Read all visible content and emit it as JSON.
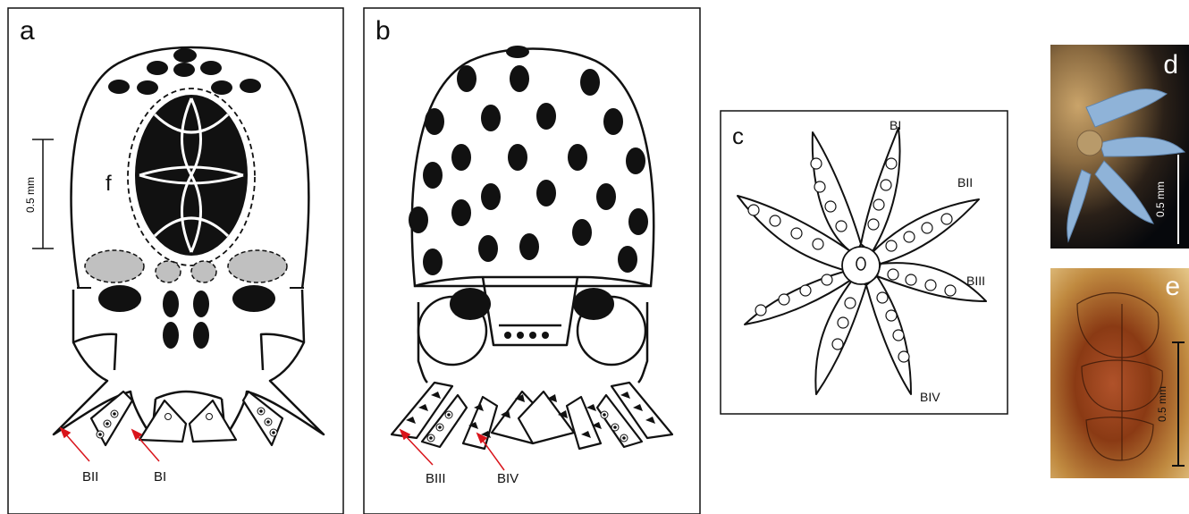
{
  "panels": {
    "a": {
      "letter": "a",
      "scale": "0.5 mm",
      "region_label": "f",
      "arm_labels": [
        "BII",
        "BI"
      ]
    },
    "b": {
      "letter": "b",
      "arm_labels": [
        "BIII",
        "BIV"
      ]
    },
    "c": {
      "letter": "c",
      "arm_labels": [
        "BI",
        "BII",
        "BIII",
        "BIV"
      ]
    },
    "d": {
      "letter": "d",
      "scale": "0.5 mm"
    },
    "e": {
      "letter": "e",
      "scale": "0.5 mm"
    }
  },
  "colors": {
    "ink": "#111111",
    "grey_spot": "#c0c0c0",
    "arrow": "#d9141b"
  }
}
